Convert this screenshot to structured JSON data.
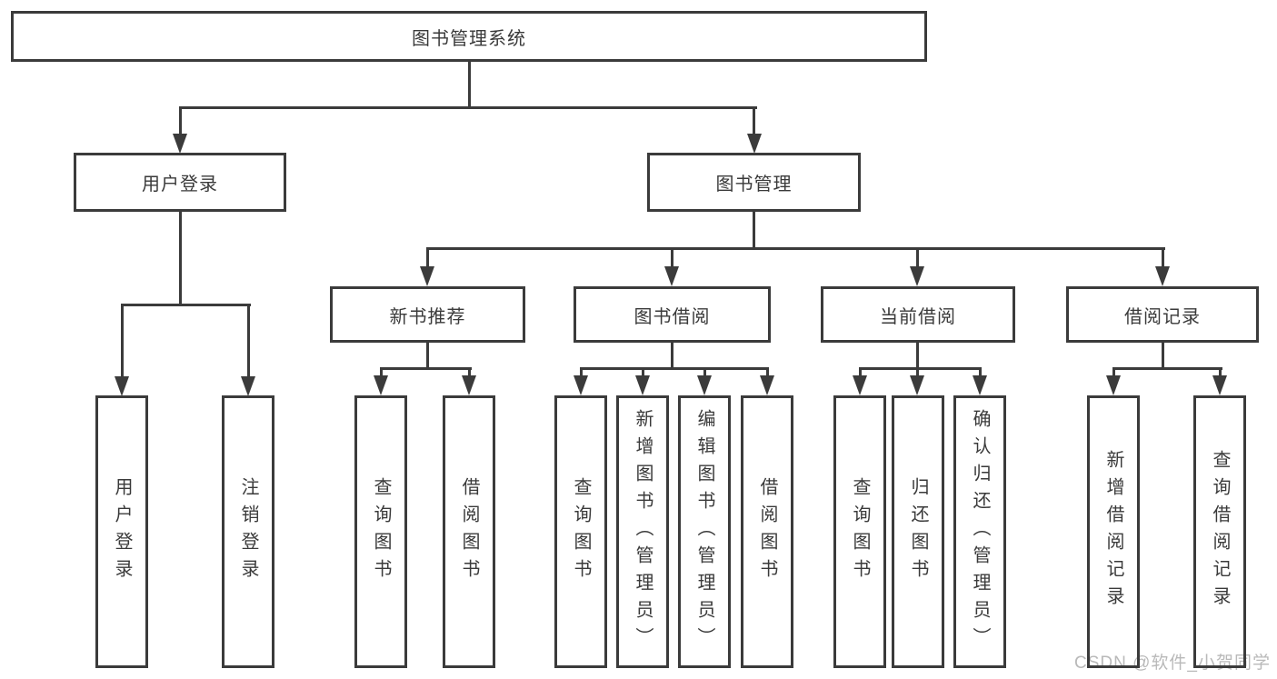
{
  "diagram": {
    "root": {
      "label": "图书管理系统"
    },
    "branches": [
      {
        "label": "用户登录",
        "children": [
          {
            "label": "用户登录"
          },
          {
            "label": "注销登录"
          }
        ]
      },
      {
        "label": "图书管理",
        "children": [
          {
            "label": "新书推荐",
            "children": [
              {
                "label": "查询图书"
              },
              {
                "label": "借阅图书"
              }
            ]
          },
          {
            "label": "图书借阅",
            "children": [
              {
                "label": "查询图书"
              },
              {
                "label": "新增图书（管理员）"
              },
              {
                "label": "编辑图书（管理员）"
              },
              {
                "label": "借阅图书"
              }
            ]
          },
          {
            "label": "当前借阅",
            "children": [
              {
                "label": "查询图书"
              },
              {
                "label": "归还图书"
              },
              {
                "label": "确认归还（管理员）"
              }
            ]
          },
          {
            "label": "借阅记录",
            "children": [
              {
                "label": "新增借阅记录"
              },
              {
                "label": "查询借阅记录"
              }
            ]
          }
        ]
      }
    ],
    "watermark": "CSDN @软件_小贺同学",
    "colors": {
      "line": "#3b3b3b",
      "text": "#3a3a3a",
      "background": "#ffffff",
      "watermark": "#b9b9b9"
    }
  }
}
